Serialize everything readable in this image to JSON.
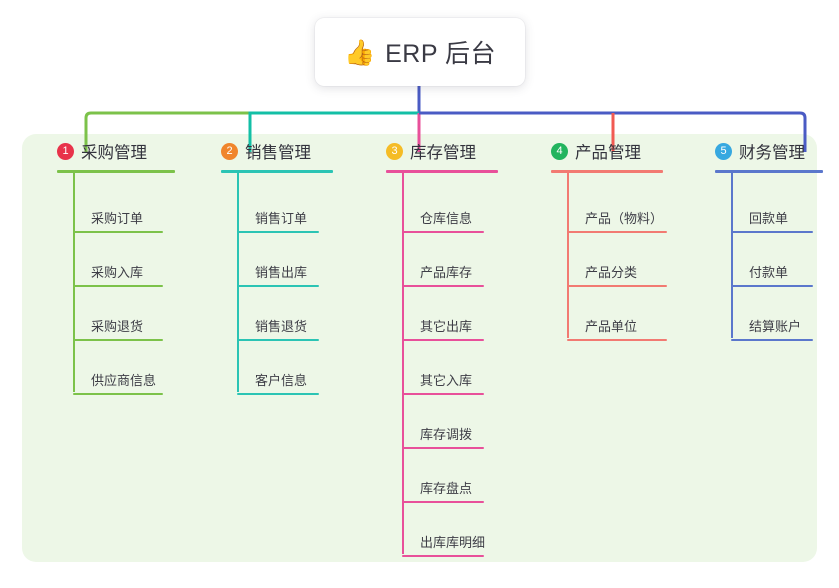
{
  "diagram": {
    "type": "mindmap",
    "root": {
      "icon": "thumbs-up-icon",
      "icon_glyph": "👍",
      "title": "ERP 后台"
    },
    "panel_bg": "#edf7e7",
    "bus_segments": [
      {
        "name": "green-segment",
        "color": "#7cc24a"
      },
      {
        "name": "teal-segment",
        "color": "#13bfa6"
      },
      {
        "name": "indigo-segment",
        "color": "#4a5bc4"
      }
    ],
    "branches": [
      {
        "index": "1",
        "title": "采购管理",
        "badge_color": "#e8334a",
        "line_color": "#7cc24a",
        "drop_color": "#7cc24a",
        "items": [
          "采购订单",
          "采购入库",
          "采购退货",
          "供应商信息"
        ]
      },
      {
        "index": "2",
        "title": "销售管理",
        "badge_color": "#f0852c",
        "line_color": "#2bc4b4",
        "drop_color": "#2bc4b4",
        "items": [
          "销售订单",
          "销售出库",
          "销售退货",
          "客户信息"
        ]
      },
      {
        "index": "3",
        "title": "库存管理",
        "badge_color": "#f5bc26",
        "line_color": "#e8509a",
        "drop_color": "#e8509a",
        "items": [
          "仓库信息",
          "产品库存",
          "其它出库",
          "其它入库",
          "库存调拨",
          "库存盘点",
          "出库库明细"
        ]
      },
      {
        "index": "4",
        "title": "产品管理",
        "badge_color": "#22b45e",
        "line_color": "#f27a72",
        "drop_color": "#f15a52",
        "items": [
          "产品（物料）",
          "产品分类",
          "产品单位"
        ]
      },
      {
        "index": "5",
        "title": "财务管理",
        "badge_color": "#37a8e0",
        "line_color": "#5b77cc",
        "drop_color": "#5b77cc",
        "items": [
          "回款单",
          "付款单",
          "结算账户"
        ]
      }
    ]
  }
}
